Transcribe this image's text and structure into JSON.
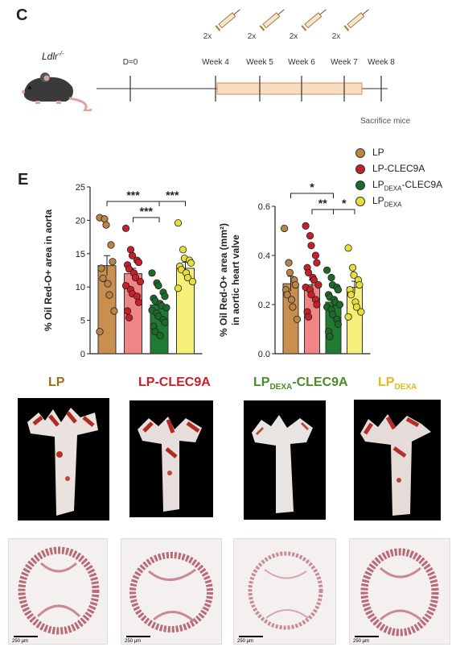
{
  "panel_c": {
    "label": "C",
    "mouse_strain": "Ldlr",
    "mouse_strain_sup": "-/-",
    "injection_label": "2x",
    "timepoints": [
      "D=0",
      "Week 4",
      "Week 5",
      "Week 6",
      "Week 7",
      "Week 8"
    ],
    "end_label": "Sacrifice mice",
    "colors": {
      "treatment_bar": "#f8dcc0",
      "treatment_border": "#c8946a"
    }
  },
  "panel_e": {
    "label": "E",
    "legend": [
      {
        "base": "LP",
        "sub": "",
        "suffix": "",
        "color": "#b98546"
      },
      {
        "base": "LP-CLEC9A",
        "sub": "",
        "suffix": "",
        "color": "#c8202a"
      },
      {
        "base": "LP",
        "sub": "DEXA",
        "suffix": "-CLEC9A",
        "color": "#1a6b2a"
      },
      {
        "base": "LP",
        "sub": "DEXA",
        "suffix": "",
        "color": "#e6de3a"
      }
    ]
  },
  "chart_data": [
    {
      "type": "bar",
      "ylabel": "% Oil Red-O+ area in aorta",
      "ylim": [
        0,
        25
      ],
      "yticks": [
        0,
        5,
        10,
        15,
        20,
        25
      ],
      "categories": [
        "LP",
        "LP-CLEC9A",
        "LPDEXA-CLEC9A",
        "LPDEXA"
      ],
      "values": [
        13.2,
        12.0,
        7.3,
        12.8
      ],
      "errors": [
        1.5,
        0.8,
        0.6,
        0.9
      ],
      "points": [
        [
          20.4,
          20.2,
          19.3,
          16.3,
          13.8,
          12.8,
          11.3,
          10.5,
          8.8,
          6.4,
          3.3
        ],
        [
          18.8,
          15.6,
          14.7,
          14.0,
          13.7,
          13.3,
          12.7,
          12.1,
          11.4,
          10.8,
          10.2,
          9.6,
          9.0,
          8.6,
          7.7,
          6.4,
          5.4
        ],
        [
          12.1,
          10.6,
          10.2,
          9.2,
          8.6,
          8.3,
          7.9,
          7.5,
          7.2,
          6.9,
          6.5,
          6.1,
          5.6,
          5.1,
          4.7,
          4.1,
          3.3,
          2.7
        ],
        [
          19.6,
          15.6,
          14.3,
          14.0,
          13.6,
          13.1,
          12.6,
          12.1,
          11.4,
          10.8,
          9.8
        ]
      ],
      "significance": [
        {
          "from": 0,
          "to": 2,
          "text": "***",
          "level": 2
        },
        {
          "from": 2,
          "to": 3,
          "text": "***",
          "level": 2
        },
        {
          "from": 1,
          "to": 2,
          "text": "***",
          "level": 1
        }
      ]
    },
    {
      "type": "bar",
      "ylabel": "% Oil Red-O+ area (mm²) in aortic heart valve",
      "ylim": [
        0,
        0.6
      ],
      "yticks": [
        "0.0",
        "0.2",
        "0.4",
        "0.6"
      ],
      "categories": [
        "LP",
        "LP-CLEC9A",
        "LPDEXA-CLEC9A",
        "LPDEXA"
      ],
      "values": [
        0.285,
        0.28,
        0.21,
        0.27
      ],
      "errors": [
        0.03,
        0.02,
        0.02,
        0.025
      ],
      "points": [
        [
          0.51,
          0.37,
          0.33,
          0.3,
          0.28,
          0.26,
          0.24,
          0.22,
          0.19,
          0.14
        ],
        [
          0.52,
          0.48,
          0.44,
          0.4,
          0.37,
          0.35,
          0.33,
          0.31,
          0.3,
          0.28,
          0.27,
          0.26,
          0.24,
          0.22,
          0.2,
          0.17,
          0.15
        ],
        [
          0.34,
          0.31,
          0.28,
          0.27,
          0.26,
          0.24,
          0.23,
          0.22,
          0.21,
          0.2,
          0.19,
          0.18,
          0.16,
          0.14,
          0.12,
          0.09,
          0.07
        ],
        [
          0.43,
          0.35,
          0.32,
          0.3,
          0.28,
          0.26,
          0.24,
          0.21,
          0.19,
          0.17,
          0.15
        ]
      ],
      "significance": [
        {
          "from": 0,
          "to": 2,
          "text": "*",
          "level": 3
        },
        {
          "from": 1,
          "to": 2,
          "text": "**",
          "level": 2
        },
        {
          "from": 2,
          "to": 3,
          "text": "*",
          "level": 2
        }
      ]
    }
  ],
  "panel_photos": {
    "titles": [
      {
        "base": "LP",
        "sub": "",
        "suffix": "",
        "color": "#9a6d1c"
      },
      {
        "base": "LP-CLEC9A",
        "sub": "",
        "suffix": "",
        "color": "#c8202a"
      },
      {
        "base": "LP",
        "sub": "DEXA",
        "suffix": "-CLEC9A",
        "color": "#4a8a2a"
      },
      {
        "base": "LP",
        "sub": "DEXA",
        "suffix": "",
        "color": "#e8b818"
      }
    ],
    "scale_label": "250 µm"
  }
}
